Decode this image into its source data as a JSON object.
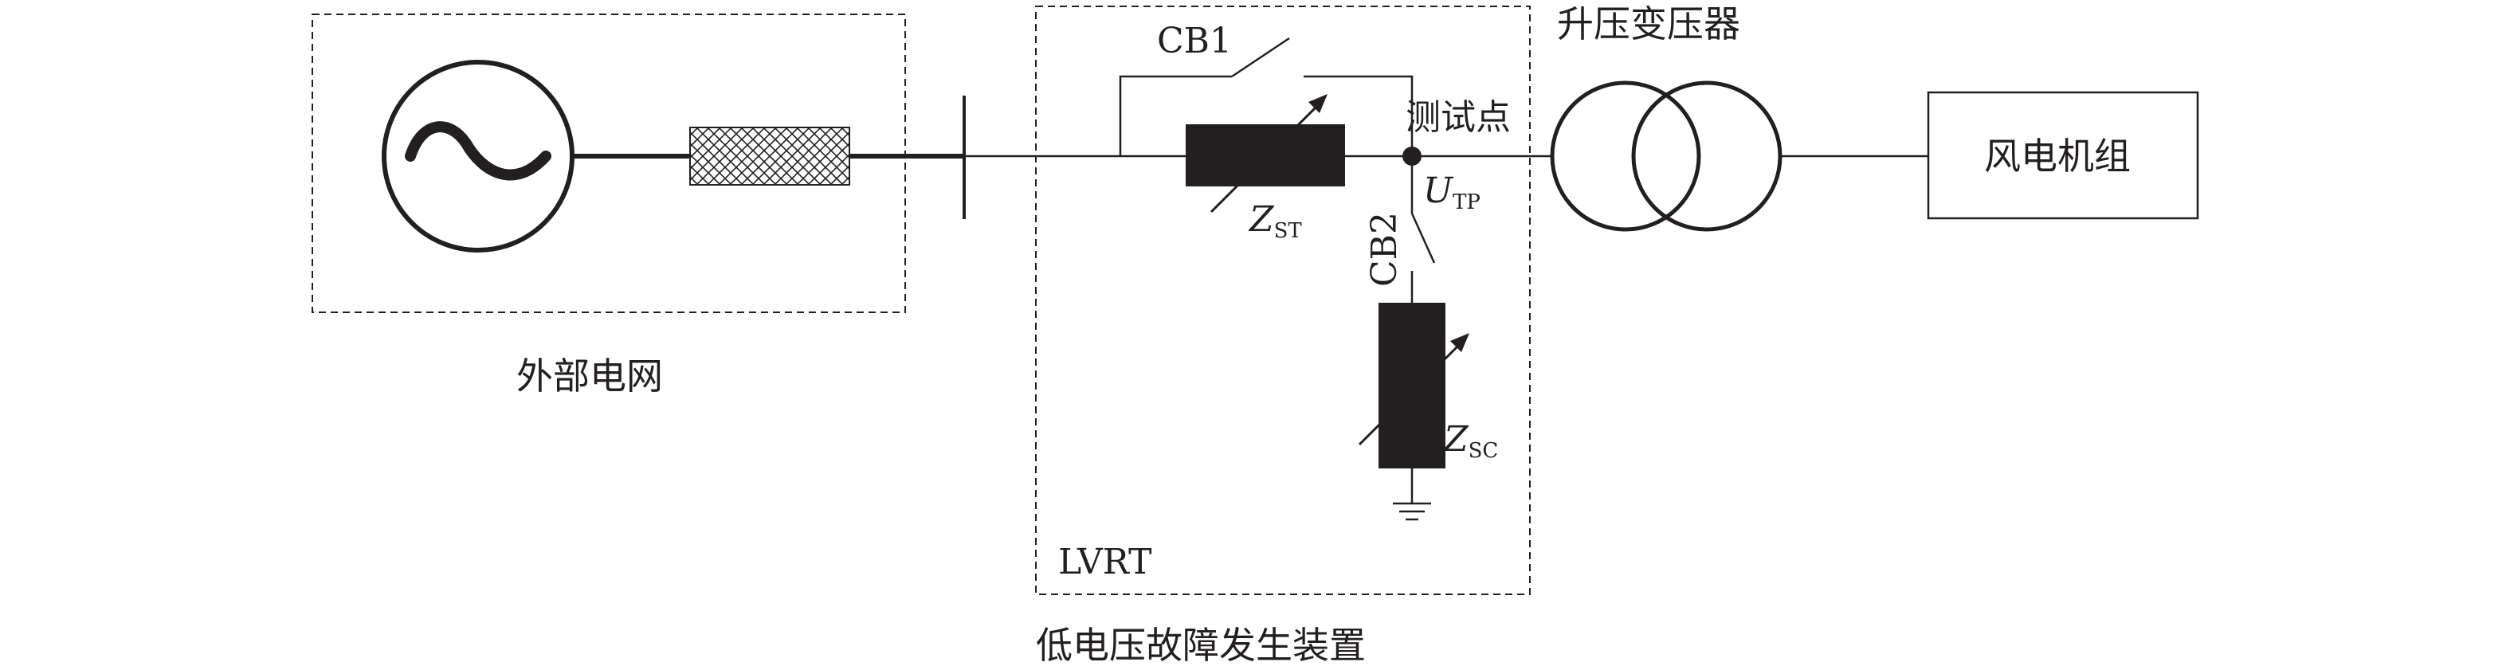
{
  "grid": {
    "label": "外部电网"
  },
  "lvrt": {
    "tag": "LVRT",
    "caption": "低电压故障发生装置",
    "cb1": "CB1",
    "cb2": "CB2",
    "z_st": {
      "main": "Z",
      "sub": "ST"
    },
    "z_sc": {
      "main": "Z",
      "sub": "SC"
    }
  },
  "test_point": {
    "label": "测试点",
    "voltage": {
      "main": "U",
      "sub": "TP"
    }
  },
  "transformer": {
    "label": "升压变压器"
  },
  "wind_turbine": {
    "label": "风电机组"
  },
  "colors": {
    "ink": "#231f20",
    "hatch": "#231f20"
  }
}
